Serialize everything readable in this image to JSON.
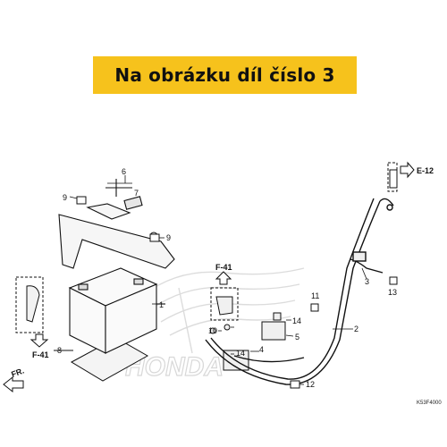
{
  "banner": {
    "text": "Na obrázku díl číslo 3",
    "color": "#f6c21c"
  },
  "watermark": {
    "text": "HONDA"
  },
  "callouts": {
    "n1": "1",
    "n2": "2",
    "n3": "3",
    "n4": "4",
    "n5": "5",
    "n6": "6",
    "n7": "7",
    "n8": "8",
    "n9a": "9",
    "n9b": "9",
    "n10": "10",
    "n11": "11",
    "n12": "12",
    "n13": "13",
    "n14a": "14",
    "n14b": "14"
  },
  "refs": {
    "e12": "E-12",
    "f41_left": "F-41",
    "f41_mid": "F-41",
    "front": "FR."
  },
  "diagram_code": "K53F4000"
}
